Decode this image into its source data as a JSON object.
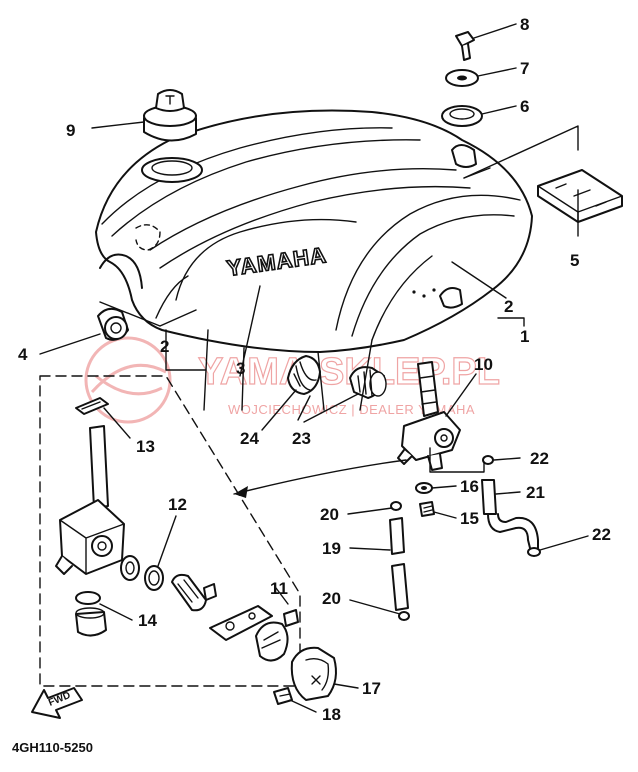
{
  "brand_text": "YAMAHA",
  "part_code": "4GH110-5250",
  "fwd_label": "FWD",
  "watermark": {
    "line1": "YAMA-SKLEP.PL",
    "line2": "WOJCIECHOWICZ | DEALER YAMAHA",
    "color": "#e35a5a"
  },
  "callouts": {
    "n1": "1",
    "n2a": "2",
    "n2b": "2",
    "n3": "3",
    "n4": "4",
    "n5": "5",
    "n6": "6",
    "n7": "7",
    "n8": "8",
    "n9": "9",
    "n10": "10",
    "n11": "11",
    "n12": "12",
    "n13": "13",
    "n14": "14",
    "n15": "15",
    "n16": "16",
    "n17": "17",
    "n18": "18",
    "n19": "19",
    "n20a": "20",
    "n20b": "20",
    "n21": "21",
    "n22a": "22",
    "n22b": "22",
    "n23": "23",
    "n24": "24"
  }
}
